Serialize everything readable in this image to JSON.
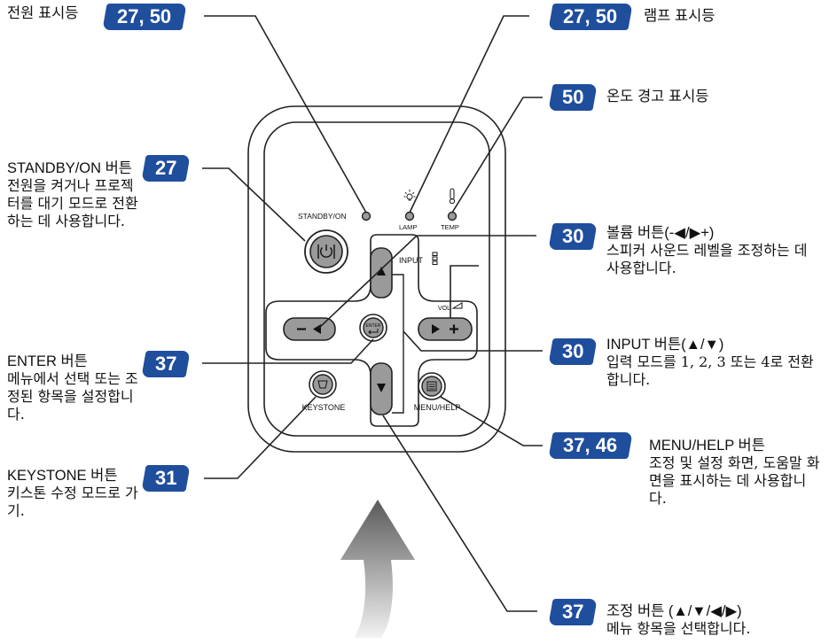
{
  "callouts": {
    "power": {
      "badge": "27, 50",
      "title": "전원 표시등"
    },
    "lamp": {
      "badge": "27, 50",
      "title": "램프 표시등"
    },
    "temp": {
      "badge": "50",
      "title": "온도 경고 표시등"
    },
    "standby": {
      "badge": "27",
      "title": "STANDBY/ON 버튼",
      "desc": "전원을 켜거나 프로젝터를 대기 모드로 전환하는 데 사용합니다."
    },
    "volume": {
      "badge": "30",
      "title": "볼륨 버튼(-◀/▶+)",
      "desc": "스피커 사운드 레벨을 조정하는 데 사용합니다."
    },
    "enter": {
      "badge": "37",
      "title": "ENTER 버튼",
      "desc": "메뉴에서 선택 또는 조정된 항목을 설정합니다."
    },
    "input": {
      "badge": "30",
      "title": "INPUT 버튼(▲/▼)",
      "desc": "입력 모드를 1, 2, 3 또는 4로 전환합니다."
    },
    "keystone": {
      "badge": "31",
      "title": "KEYSTONE 버튼",
      "desc": "키스톤 수정 모드로 가기."
    },
    "menu": {
      "badge": "37, 46",
      "title": "MENU/HELP 버튼",
      "desc": "조정 및 설정 화면, 도움말 화면을 표시하는 데 사용합니다."
    },
    "adjust": {
      "badge": "37",
      "title": "조정 버튼 (▲/▼/◀/▶)",
      "desc": "메뉴 항목을 선택합니다."
    }
  },
  "panel": {
    "standby_label": "STANDBY/ON",
    "lamp_label": "LAMP",
    "temp_label": "TEMP",
    "input_label": "INPUT",
    "vol_label": "VOL",
    "enter_label": "ENTER",
    "keystone_label": "KEYSTONE",
    "menu_label": "MENU/HELP"
  },
  "colors": {
    "badge": "#1f4e9c",
    "button_fill": "#9a9a9a",
    "panel_line": "#222222",
    "arrow_top": "#5a5a5a",
    "arrow_bottom": "#f2f2f2"
  },
  "icons": {
    "power": "power-icon",
    "lamp": "lamp-icon",
    "temp": "thermometer-icon",
    "input": "input-icon",
    "volume": "speaker-icon",
    "enter": "return-icon",
    "keystone": "keystone-icon",
    "menu": "menu-icon",
    "arrow": "curved-arrow"
  }
}
